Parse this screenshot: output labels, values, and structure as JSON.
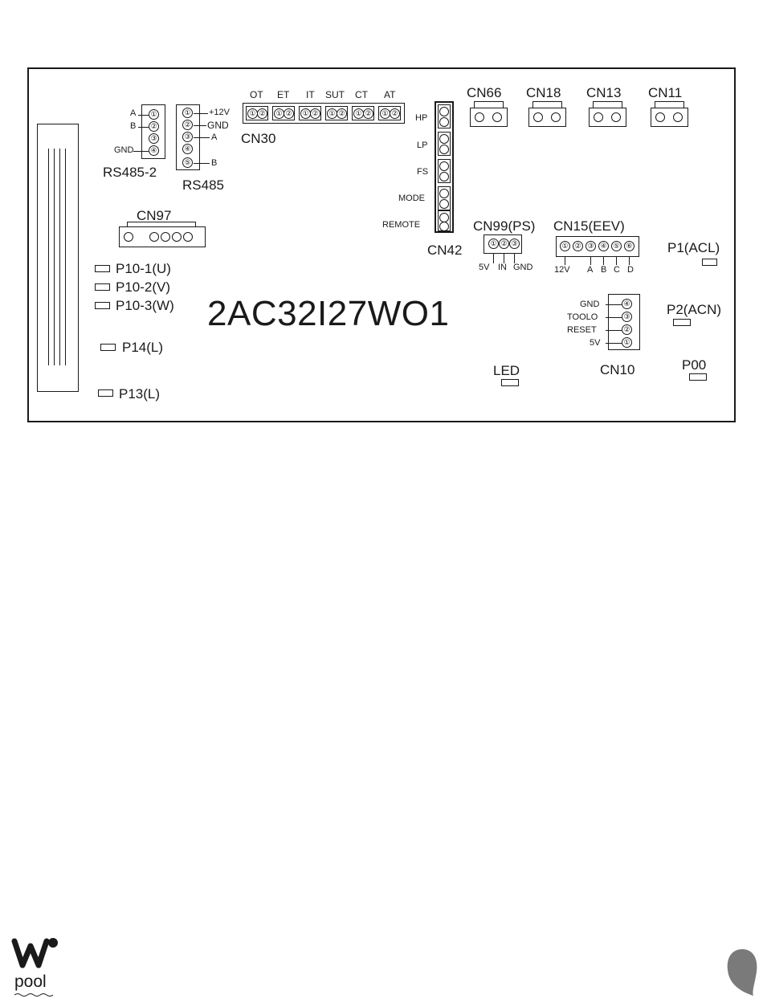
{
  "board": {
    "model": "2AC32I27WO1",
    "rs485_2": {
      "name": "RS485-2",
      "pins": [
        "A",
        "B",
        "GND"
      ]
    },
    "rs485": {
      "name": "RS485",
      "pins": [
        "+12V",
        "GND",
        "A",
        "B"
      ]
    },
    "cn30": {
      "name": "CN30",
      "sensors": [
        "OT",
        "ET",
        "IT",
        "SUT",
        "CT",
        "AT"
      ]
    },
    "cn42": {
      "name": "CN42",
      "inputs": [
        "HP",
        "LP",
        "FS",
        "MODE",
        "REMOTE"
      ]
    },
    "top_connectors": [
      "CN66",
      "CN18",
      "CN13",
      "CN11"
    ],
    "cn97": {
      "name": "CN97"
    },
    "cn99": {
      "name": "CN99(PS)",
      "pins": [
        "5V",
        "IN",
        "GND"
      ]
    },
    "cn15": {
      "name": "CN15(EEV)",
      "pins": [
        "12V",
        "A",
        "B",
        "C",
        "D"
      ]
    },
    "cn10": {
      "name": "CN10",
      "pins": [
        "GND",
        "TOOLO",
        "RESET",
        "5V"
      ]
    },
    "terminals": {
      "p10_1": "P10-1(U)",
      "p10_2": "P10-2(V)",
      "p10_3": "P10-3(W)",
      "p14": "P14(L)",
      "p13": "P13(L)",
      "p1": "P1(ACL)",
      "p2": "P2(ACN)",
      "p00": "P00",
      "led": "LED"
    },
    "pin_numbers": [
      "①",
      "②",
      "③",
      "④",
      "⑤",
      "⑥"
    ]
  },
  "footer": {
    "logo_text": "pool"
  }
}
